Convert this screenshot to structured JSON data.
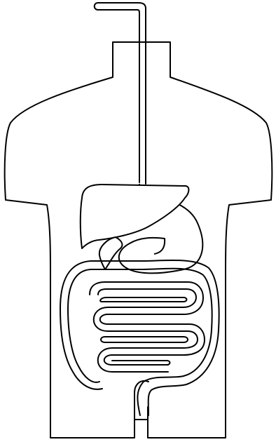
{
  "diagram": {
    "stroke_color": "#000000",
    "background_color": "#ffffff",
    "parts": [
      "torso-outline",
      "esophagus",
      "liver",
      "stomach",
      "gallbladder",
      "large-intestine",
      "small-intestine",
      "rectum"
    ]
  }
}
